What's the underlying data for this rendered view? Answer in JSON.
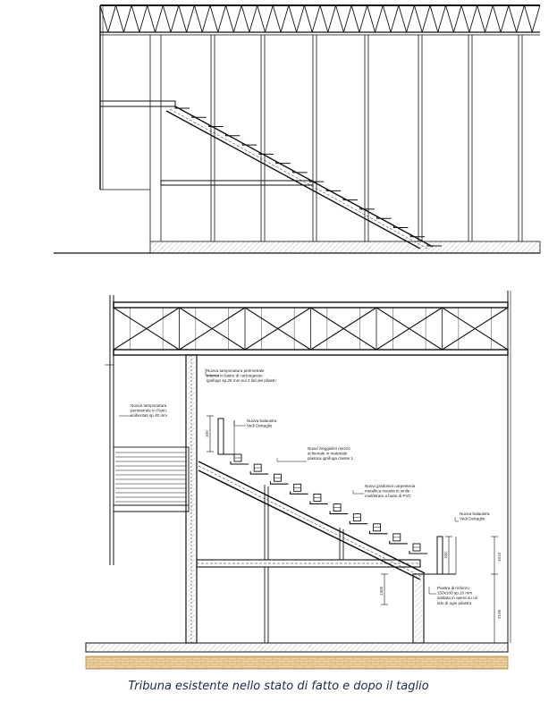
{
  "caption": "Tribuna esistente nello stato di fatto e dopo il taglio",
  "notes": {
    "tamponatura_interna": [
      "Nuova tamponatura perimetrale",
      "interna in lastre di cartongesso",
      "ignifugo sp.25 mm sui 2 lati dei pilastri"
    ],
    "tamponatura_pann": [
      "Nuova tamponatura",
      "perimetrale in Pann.",
      "coibentati sp.40 mm"
    ],
    "balaustra_top": [
      "Nuova balaustra",
      "Vedi Dettaglio"
    ],
    "seggiolini": [
      "Nuovi Seggiolini mezzo",
      "schienale in materiale",
      "plastica ignifuga classe 1"
    ],
    "gradonini": [
      "Nuovi gradonini carpenteria",
      "metallica rivestiti in vinile",
      "multistrato a base di PVC"
    ],
    "balaustra_right": [
      "Nuova balaustra",
      "Vedi Dettaglio"
    ],
    "piastra": [
      "Piastra di rinforzo",
      "150x100 sp.10 mm",
      "saldata in opera su un",
      "lato di ogni pilastro"
    ]
  },
  "dims": {
    "d100_top": "100",
    "d100_right": "100",
    "d1010": "1010",
    "d1300": "1300",
    "d2190": "2190"
  }
}
